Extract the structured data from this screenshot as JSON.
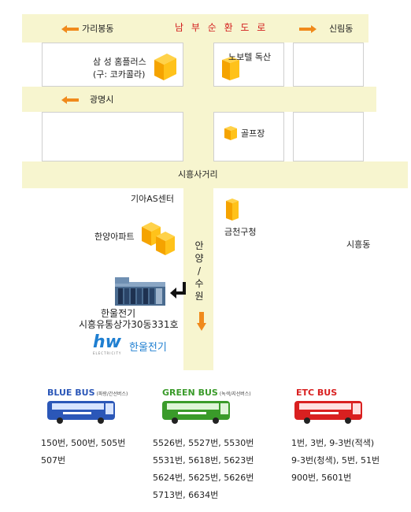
{
  "map": {
    "top_road_name": "남 부 순 환 도 로",
    "to_garibong": "가리봉동",
    "to_sillim": "신림동",
    "to_gwangmyeong": "광명시",
    "samsung_homeplus": "삼 성 홈플러스",
    "samsung_homeplus_former": "(구: 코카콜라)",
    "novotel": "노보텔 독산",
    "golf": "골프장",
    "siheung_intersection": "시흥사거리",
    "kia_as": "기아AS센터",
    "hanyang_apt": "한양아파트",
    "geumcheon_office": "금천구청",
    "siheung_dong": "시흥동",
    "anyang_suwon": [
      "안",
      "양",
      "/",
      "수",
      "원"
    ],
    "hanul_name": "한울전기",
    "hanul_address": "시흥유통상가30동331호",
    "logo_text": "한울전기",
    "logo_letters": "hw",
    "logo_sub": "ELECTRICITY"
  },
  "buses": {
    "blue": {
      "title": "BLUE BUS",
      "subtitle": "(파랑/간선버스)",
      "color": "#2b57b8",
      "lines": [
        "150번, 500번, 505번",
        "507번"
      ]
    },
    "green": {
      "title": "GREEN BUS",
      "subtitle": "(녹색/지선버스)",
      "color": "#3a9b2a",
      "lines": [
        "5526번, 5527번, 5530번",
        "5531번, 5618번, 5623번",
        "5624번, 5625번, 5626번",
        "5713번, 6634번"
      ]
    },
    "etc": {
      "title": "ETC BUS",
      "color": "#d92020",
      "lines": [
        "1번, 3번, 9-3번(적색)",
        "9-3번(청색), 5번, 51번",
        "900번, 5601번"
      ]
    }
  }
}
